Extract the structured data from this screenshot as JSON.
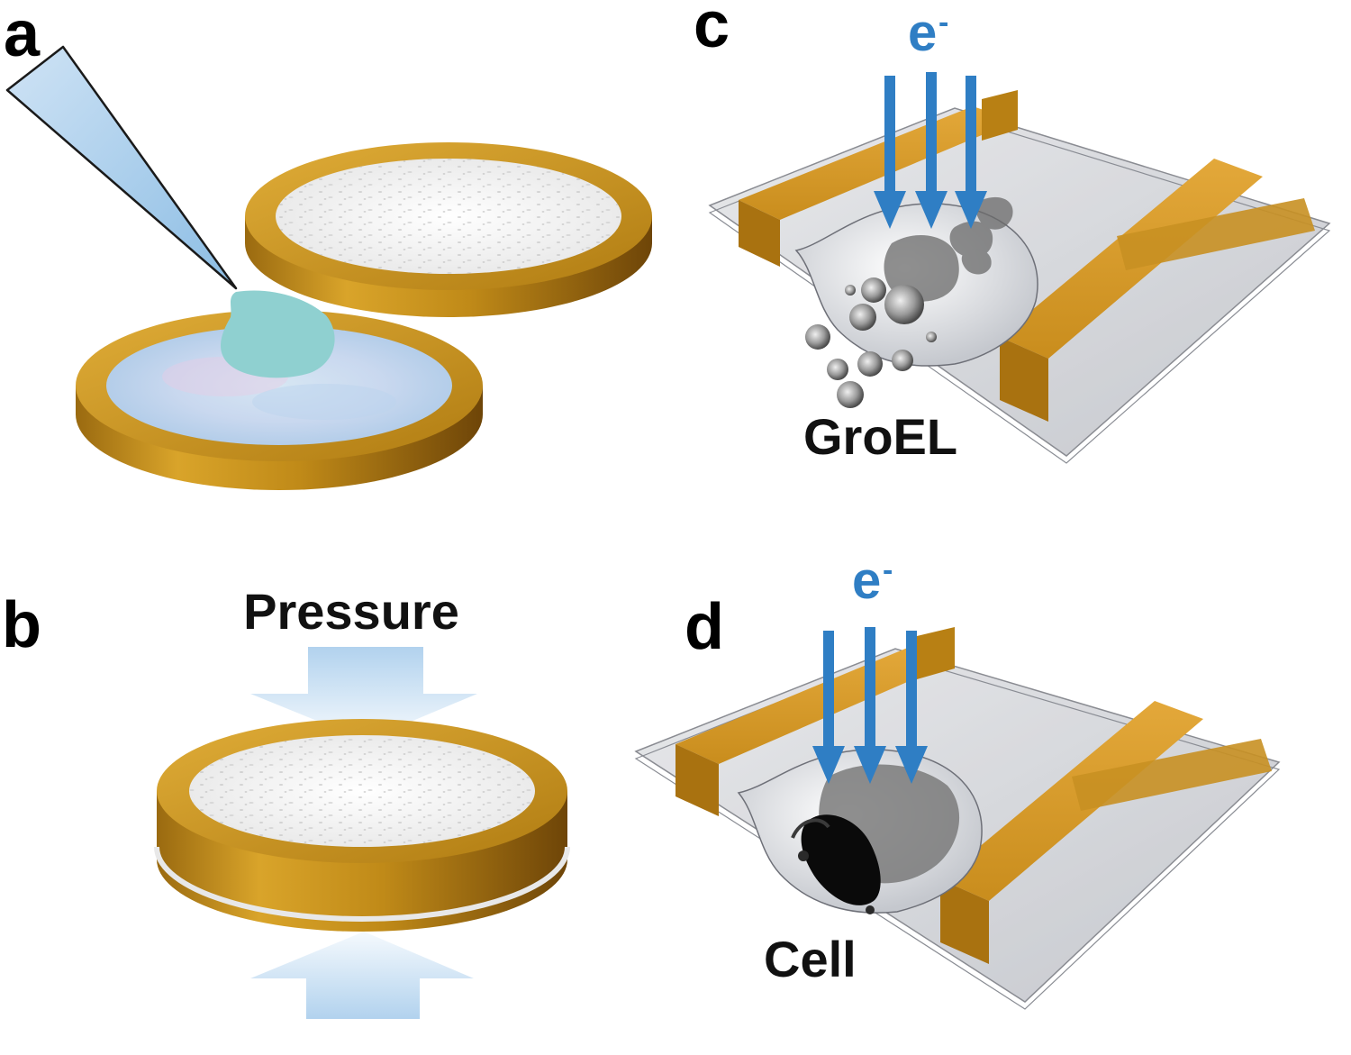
{
  "panels": {
    "a": {
      "letter": "a"
    },
    "b": {
      "letter": "b",
      "pressure_label": "Pressure"
    },
    "c": {
      "letter": "c",
      "beam_label": "e",
      "beam_superscript": "-",
      "specimen_label": "GroEL"
    },
    "d": {
      "letter": "d",
      "beam_label": "e",
      "beam_superscript": "-",
      "specimen_label": "Cell"
    }
  },
  "colors": {
    "gold": "#c8921a",
    "gold_dark": "#8a5a0c",
    "beam_blue": "#2f7ec4",
    "pressure_blue": "#b9d7ef",
    "droplet": "#8fd0d0",
    "membrane": "#d6d8dc"
  },
  "icons": [
    "pipette-tip-icon",
    "electron-beam-arrow-icon",
    "pressure-arrow-icon"
  ]
}
